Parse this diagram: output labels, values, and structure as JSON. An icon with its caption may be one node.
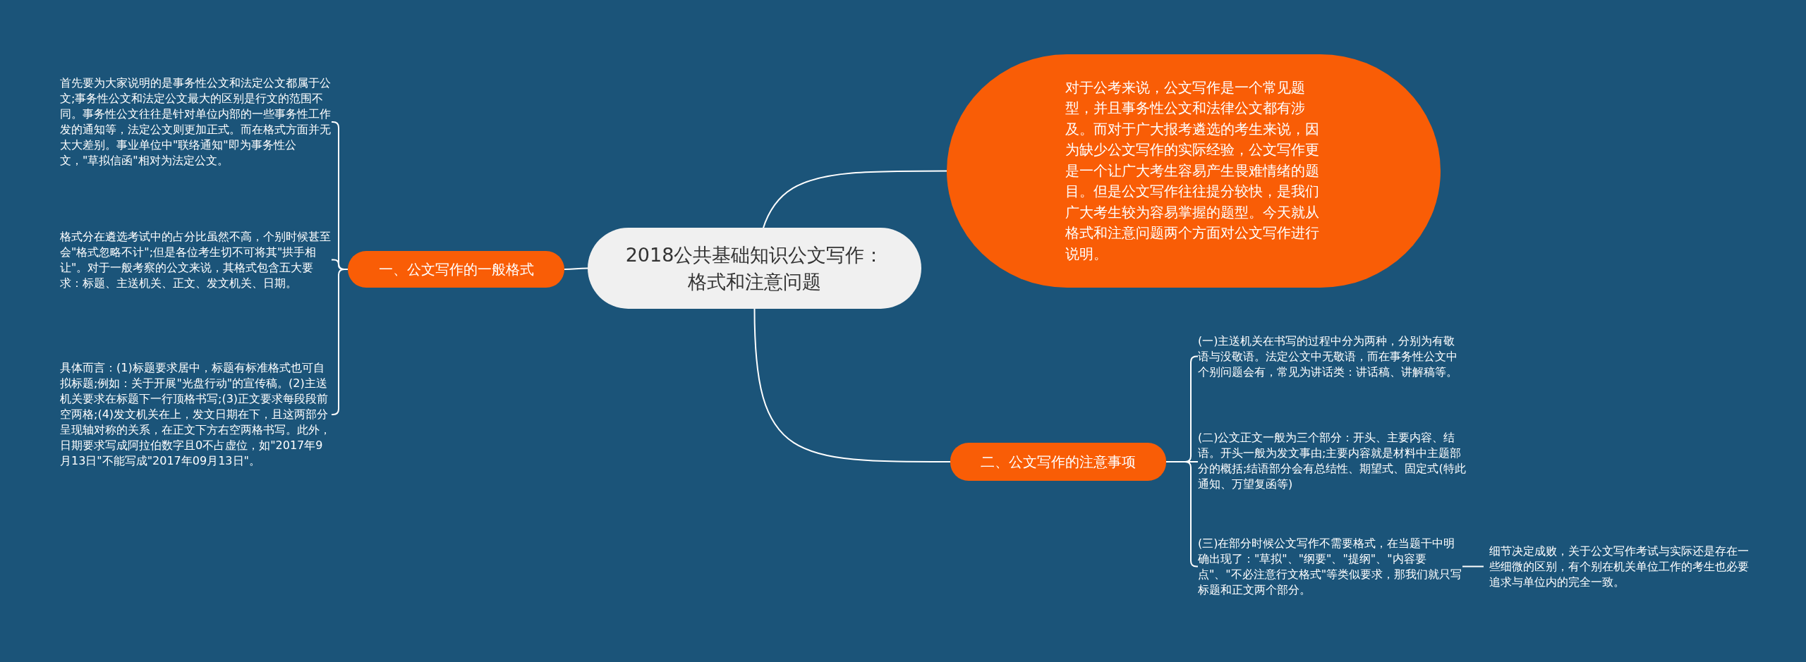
{
  "diagram": {
    "nodes": [
      {
        "text": [
          "2018公共基础知识公文写作：格式和注意问题"
        ]
      },
      {
        "text": [
          "一、公文写作的一般格式"
        ]
      },
      {
        "text": [
          "首先要为大家说明的是事务性公文和法定公文都属于公文;事务性公文和法定公文最大的区别是行文的范围不同。事务性公文往往是针对单位内部的一些事务性工作发的通知等，法定公文则更加正式。而在格式方面并无太大差别。事业单位中\"联络通知\"即为事务性公文，\"草拟信函\"相对为法定公文。"
        ]
      },
      {
        "text": [
          "格式分在遴选考试中的占分比虽然不高，个别时候甚至会\"格式忽略不计\";但是各位考生切不可将其\"拱手相让\"。对于一般考察的公文来说，其格式包含五大要求：标题、主送机关、正文、发文机关、日期。"
        ]
      },
      {
        "text": [
          "具体而言：(1)标题要求居中，标题有标准格式也可自拟标题;例如：关于开展\"光盘行动\"的宣传稿。(2)主送机关要求在标题下一行顶格书写;(3)正文要求每段段前空两格;(4)发文机关在上，发文日期在下，且这两部分呈现轴对称的关系，在正文下方右空两格书写。此外，日期要求写成阿拉伯数字且0不占虚位，如\"2017年9月13日\"不能写成\"2017年09月13日\"。"
        ]
      },
      {
        "text": [
          "对于公考来说，公文写作是一个常见题型，并且事务性公文和法律公文都有涉及。而对于广大报考遴选的考生来说，因为缺少公文写作的实际经验，公文写作更是一个让广大考生容易产生畏难情绪的题目。但是公文写作往往提分较快，是我们广大考生较为容易掌握的题型。今天就从格式和注意问题两个方面对公文写作进行说明。"
        ]
      },
      {
        "text": [
          "二、公文写作的注意事项"
        ]
      },
      {
        "text": [
          "(一)主送机关在书写的过程中分为两种，分别为有敬语与没敬语。法定公文中无敬语，而在事务性公文中个别问题会有，常见为讲话类：讲话稿、讲解稿等。"
        ]
      },
      {
        "text": [
          "(二)公文正文一般为三个部分：开头、主要内容、结语。开头一般为发文事由;主要内容就是材料中主题部分的概括;结语部分会有总结性、期望式、固定式(特此通知、万望复函等)"
        ]
      },
      {
        "text": [
          "(三)在部分时候公文写作不需要格式，在当题干中明确出现了：\"草拟\"、\"纲要\"、\"提纲\"、\"内容要点\"、\"不必注意行文格式\"等类似要求，那我们就只写标题和正文两个部分。"
        ]
      },
      {
        "text": [
          "细节决定成败，关于公文写作考试与实际还是存在一些细微的区别，有个别在机关单位工作的考生也必要追求与单位内的完全一致。"
        ]
      }
    ],
    "edges": [
      {
        "from": 0,
        "to": 1,
        "arrow": "none"
      },
      {
        "from": 1,
        "to": 2,
        "arrow": "none"
      },
      {
        "from": 1,
        "to": 3,
        "arrow": "none"
      },
      {
        "from": 1,
        "to": 4,
        "arrow": "none"
      },
      {
        "from": 0,
        "to": 5,
        "arrow": "none"
      },
      {
        "from": 0,
        "to": 6,
        "arrow": "none"
      },
      {
        "from": 6,
        "to": 7,
        "arrow": "none"
      },
      {
        "from": 6,
        "to": 8,
        "arrow": "none"
      },
      {
        "from": 6,
        "to": 9,
        "arrow": "none"
      },
      {
        "from": 9,
        "to": 10,
        "arrow": "none"
      }
    ]
  }
}
